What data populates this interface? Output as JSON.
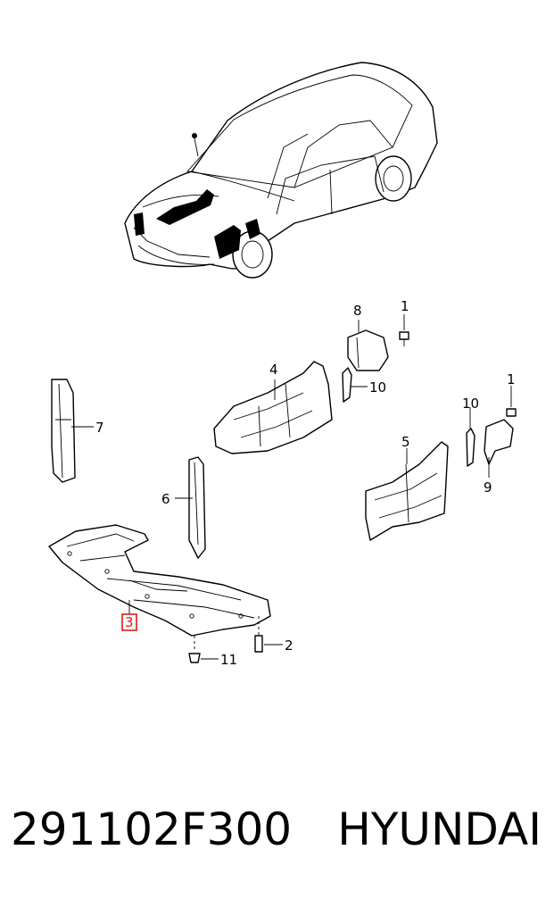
{
  "diagram": {
    "callouts": {
      "c1a": "1",
      "c1b": "1",
      "c2": "2",
      "c3": "3",
      "c4": "4",
      "c5": "5",
      "c6": "6",
      "c7": "7",
      "c8": "8",
      "c9": "9",
      "c10a": "10",
      "c10b": "10",
      "c11": "11"
    },
    "highlighted_callout": "3",
    "highlight_color": "#e01818"
  },
  "footer": {
    "part_number": "291102F300",
    "brand": "HYUNDAI"
  }
}
